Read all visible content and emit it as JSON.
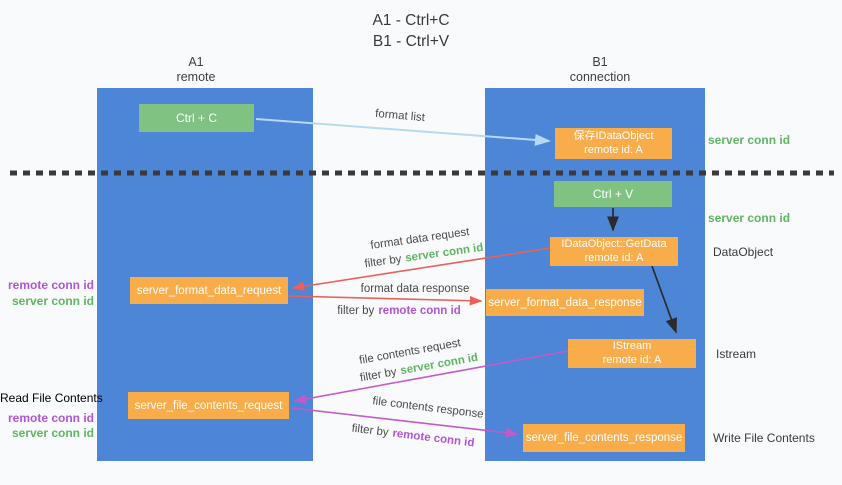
{
  "title": {
    "line1": "A1 - Ctrl+C",
    "line2": "B1 - Ctrl+V"
  },
  "columns": {
    "a1": {
      "name": "A1",
      "role": "remote"
    },
    "b1": {
      "name": "B1",
      "role": "connection"
    }
  },
  "boxes": {
    "ctrl_c": {
      "label": "Ctrl + C"
    },
    "save_idataobject": {
      "line1": "保存IDataObject",
      "line2": "remote id: A"
    },
    "ctrl_v": {
      "label": "Ctrl + V"
    },
    "getdata": {
      "line1": "IDataObject::GetData",
      "line2": "remote id: A"
    },
    "format_request": {
      "label": "server_format_data_request"
    },
    "format_response": {
      "label": "server_format_data_response"
    },
    "istream": {
      "line1": "IStream",
      "line2": "remote id: A"
    },
    "file_request": {
      "label": "server_file_contents_request"
    },
    "file_response": {
      "label": "server_file_contents_response"
    }
  },
  "side_labels": {
    "server_conn_id_top": "server conn id",
    "server_conn_id_mid": "server conn id",
    "dataobject": "DataObject",
    "istream": "Istream",
    "write_file_contents": "Write File Contents",
    "read_file_contents": "Read File Contents",
    "remote_conn_id_format": "remote conn id",
    "server_conn_id_format": "server conn id",
    "remote_conn_id_file": "remote conn id",
    "server_conn_id_file": "server conn id"
  },
  "arrows": {
    "format_list": {
      "label": "format list"
    },
    "format_request": {
      "label": "format data request",
      "filter_prefix": "filter by",
      "filter_key": "server conn id"
    },
    "format_response": {
      "label": "format data response",
      "filter_prefix": "filter by",
      "filter_key": "remote conn id"
    },
    "file_request": {
      "label": "file contents request",
      "filter_prefix": "filter by",
      "filter_key": "server conn id"
    },
    "file_response": {
      "label": "file contents response",
      "filter_prefix": "filter by",
      "filter_key": "remote conn id"
    }
  },
  "colors": {
    "background": "#F9FAFB",
    "lifeline_blue": "#4D85D7",
    "box_green": "#80C281",
    "box_orange": "#F8AC4A",
    "arrow_light_blue": "#B5D9F2",
    "arrow_red": "#E96158",
    "arrow_magenta": "#C25BC7",
    "arrow_black": "#2B2B2B",
    "dashed_line": "#3A3A3A",
    "text_green": "#60B563",
    "text_purple": "#B055D6",
    "text_dark": "#3B3B3B"
  }
}
